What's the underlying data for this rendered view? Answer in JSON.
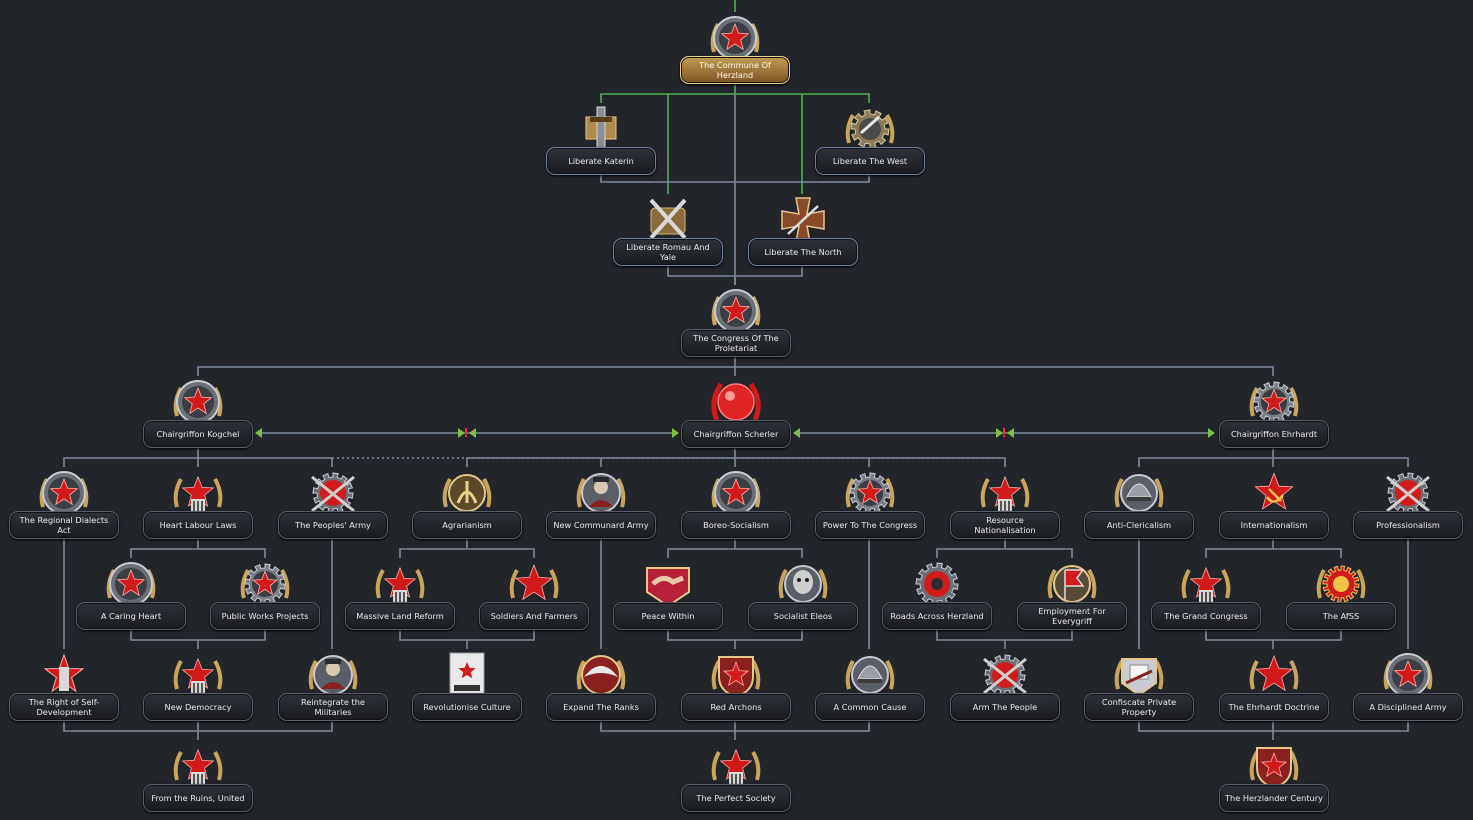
{
  "colors": {
    "background": "#22252a",
    "connector": "#7d8a9c",
    "completed_connector": "#4caf50",
    "mutual_exclusive": "#ff2a2a",
    "gold_frame": "#c9a45a",
    "star_red": "#d11a1a"
  },
  "focuses": {
    "commune": "The Commune Of Herzland",
    "katerin": "Liberate Katerin",
    "west": "Liberate The West",
    "romau": "Liberate Romau And Yale",
    "north": "Liberate The North",
    "congress": "The Congress Of The Proletariat",
    "kogchel": "Chairgriffon Kogchel",
    "scherler": "Chairgriffon Scherler",
    "ehrhardt": "Chairgriffon Ehrhardt",
    "dialects": "The Regional Dialects Act",
    "labour": "Heart Labour Laws",
    "peoples_army": "The Peoples' Army",
    "agrarianism": "Agrarianism",
    "communard": "New Communard Army",
    "boreo": "Boreo-Socialism",
    "power_congress": "Power To The Congress",
    "resource": "Resource Nationalisation",
    "anticlerical": "Anti-Clericalism",
    "international": "Internationalism",
    "professional": "Professionalism",
    "caring": "A Caring Heart",
    "public_works": "Public Works Projects",
    "land_reform": "Massive Land Reform",
    "soldiers_farmers": "Soldiers And Farmers",
    "peace": "Peace Within",
    "eleos": "Socialist Eleos",
    "roads": "Roads Across Herzland",
    "employment": "Employment For Everygriff",
    "grand_congress": "The Grand Congress",
    "afss": "The AfSS",
    "self_dev": "The Right of Self-Development",
    "new_democracy": "New Democracy",
    "reintegrate": "Reintegrate the Militaries",
    "revolutionise": "Revolutionise Culture",
    "expand_ranks": "Expand The Ranks",
    "red_archons": "Red Archons",
    "common_cause": "A Common Cause",
    "arm_people": "Arm The People",
    "confiscate": "Confiscate Private Property",
    "ehrhardt_doctrine": "The Ehrhardt Doctrine",
    "disciplined": "A Disciplined Army",
    "ruins": "From the Ruins, United",
    "perfect": "The Perfect Society",
    "century": "The Herzlander Century"
  }
}
